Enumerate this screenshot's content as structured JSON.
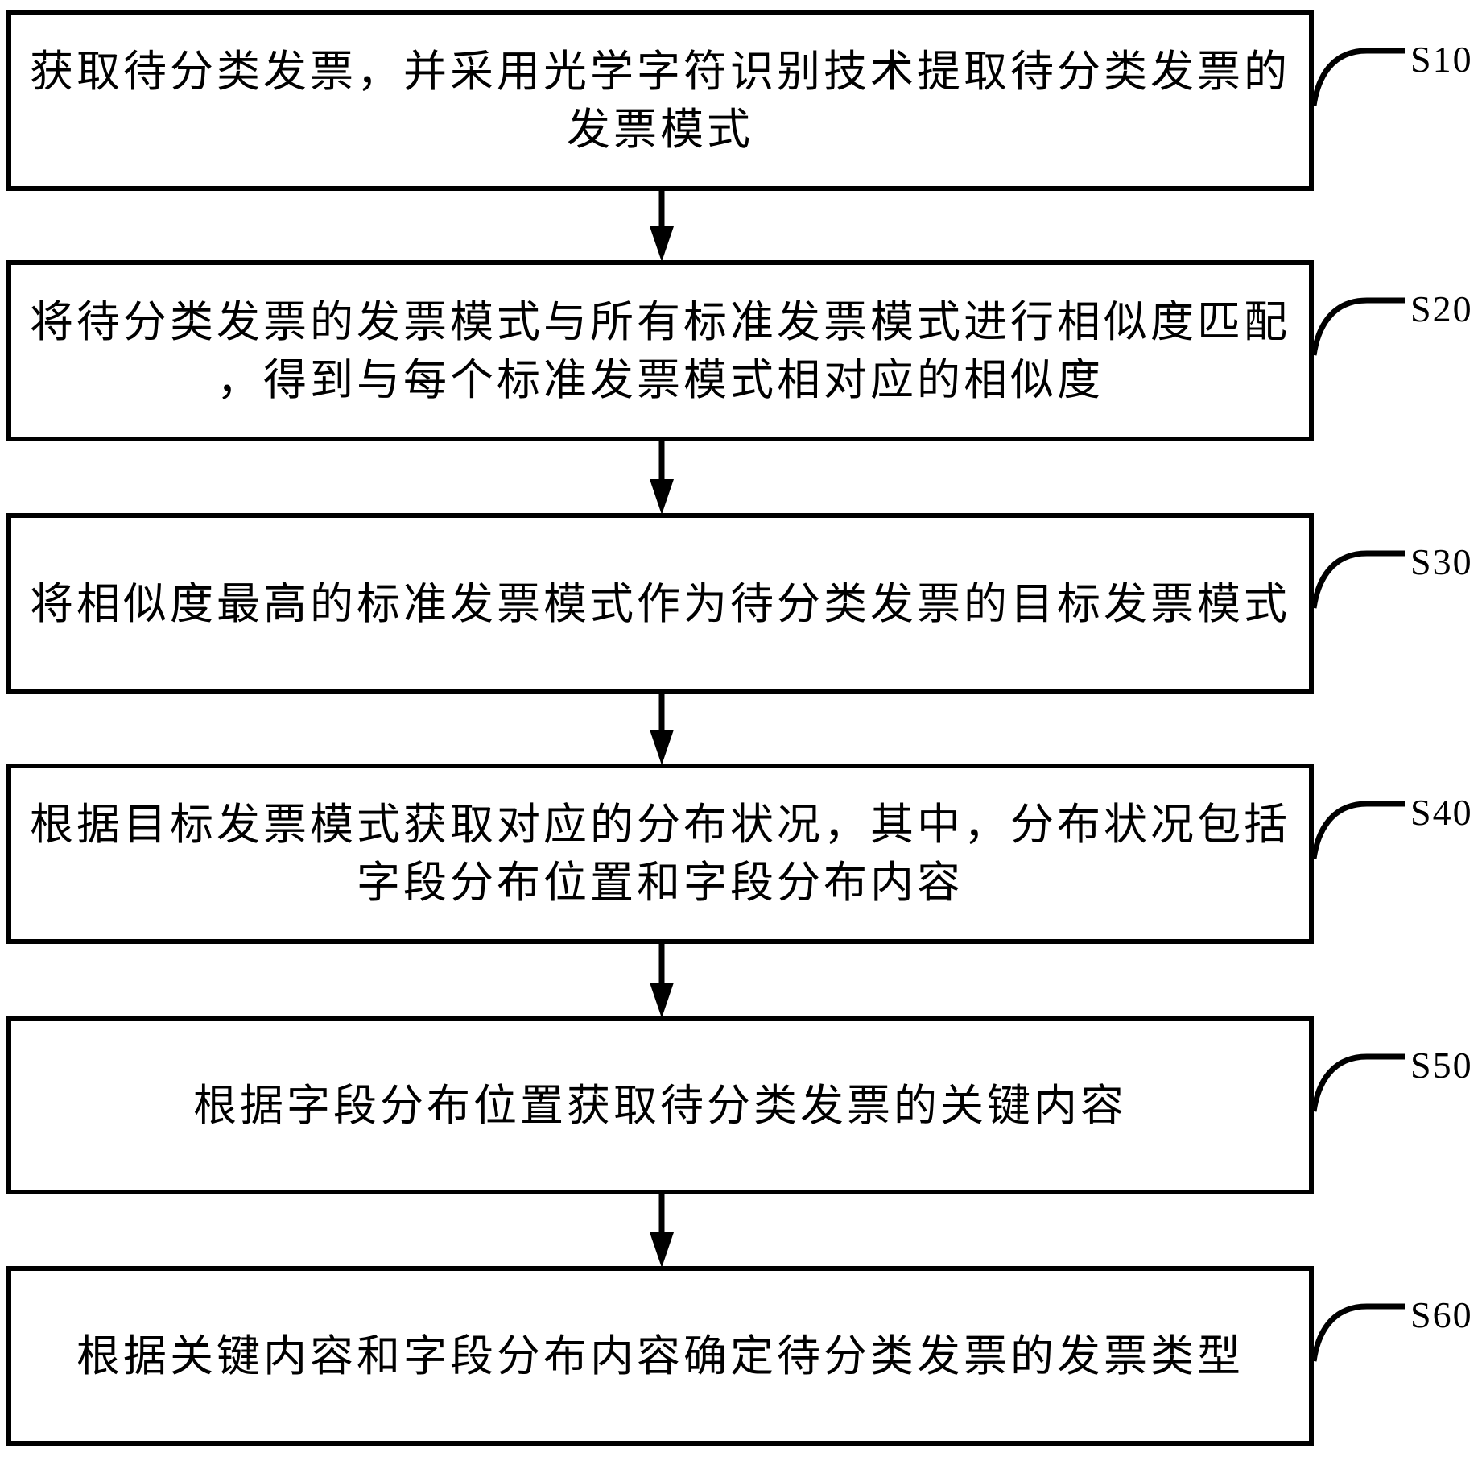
{
  "figure": {
    "type": "flowchart",
    "colors": {
      "stroke": "#000000",
      "background": "#ffffff",
      "text": "#000000"
    },
    "steps": [
      {
        "label": "S10",
        "lines": [
          "获取待分类发票，并采用光学字符识别技术提取待分类发票的",
          "发票模式"
        ]
      },
      {
        "label": "S20",
        "lines": [
          "将待分类发票的发票模式与所有标准发票模式进行相似度匹配",
          "，得到与每个标准发票模式相对应的相似度"
        ]
      },
      {
        "label": "S30",
        "lines": [
          "将相似度最高的标准发票模式作为待分类发票的目标发票模式"
        ]
      },
      {
        "label": "S40",
        "lines": [
          "根据目标发票模式获取对应的分布状况，其中，分布状况包括",
          "字段分布位置和字段分布内容"
        ]
      },
      {
        "label": "S50",
        "lines": [
          "根据字段分布位置获取待分类发票的关键内容"
        ]
      },
      {
        "label": "S60",
        "lines": [
          "根据关键内容和字段分布内容确定待分类发票的发票类型"
        ]
      }
    ]
  }
}
